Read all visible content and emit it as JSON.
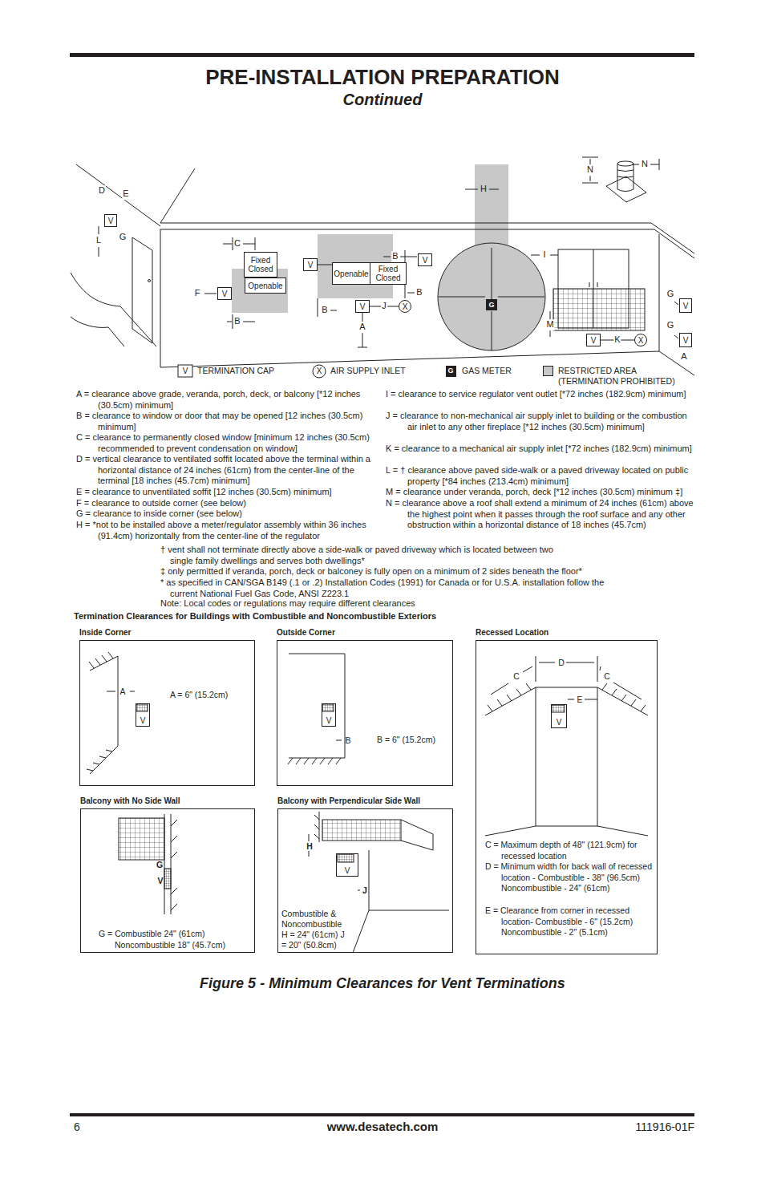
{
  "diagram": {
    "title": "PRE-INSTALLATION PREPARATION",
    "caption": "Figure 5 - Minimum Clearances for Vent Terminations",
    "nodes": [
      {
        "text": [
          "Fixed Closed"
        ]
      },
      {
        "text": [
          "Openable"
        ]
      },
      {
        "text": [
          "V"
        ]
      },
      {
        "text": [
          "V"
        ]
      },
      {
        "text": [
          "Openable"
        ]
      },
      {
        "text": [
          "Fixed Closed"
        ]
      },
      {
        "text": [
          "V"
        ]
      },
      {
        "text": [
          "V"
        ]
      },
      {
        "text": [
          "X"
        ]
      },
      {
        "text": [
          "G"
        ]
      },
      {
        "text": [
          "V"
        ]
      },
      {
        "text": [
          "X"
        ]
      },
      {
        "text": [
          "V"
        ]
      },
      {
        "text": [
          "V"
        ]
      },
      {
        "text": [
          "V"
        ]
      },
      {
        "text": [
          "Inside Corner",
          "A",
          "A = 6\" (15.2cm)"
        ]
      },
      {
        "text": [
          "V"
        ],
        "in": 15
      },
      {
        "text": [
          "Outside Corner",
          "B",
          "B = 6\" (15.2cm)"
        ]
      },
      {
        "text": [
          "V"
        ],
        "in": 17
      },
      {
        "text": [
          "Recessed Location",
          "D",
          "C",
          "C",
          "E",
          "C = Maximum depth of 48\" (121.9cm) for recessed location",
          "D = Minimum width for back wall of recessed location - Combustible - 38\" (96.5cm) Noncombustible - 24\" (61cm)",
          "E = Clearance from corner in recessed location- Combustible - 6\" (15.2cm) Noncombustible - 2\" (5.1cm)"
        ]
      },
      {
        "text": [
          "V"
        ],
        "in": 19
      },
      {
        "text": [
          "Balcony with No Side Wall",
          "G",
          "V",
          "G = Combustible 24\" (61cm) Noncombustible 18\" (45.7cm)"
        ]
      },
      {
        "text": [
          "Balcony with Perpendicular Side Wall",
          "H",
          "J",
          "Combustible & Noncombustible H = 24\" (61cm) J = 20\" (50.8cm)"
        ]
      },
      {
        "text": [
          "V"
        ],
        "in": 22
      }
    ],
    "edges": [
      {
        "from": 7,
        "to": 8,
        "label": "J",
        "arrow": "none"
      },
      {
        "from": 10,
        "to": 11,
        "label": "K",
        "arrow": "none"
      }
    ],
    "labels": [
      "Continued",
      "N",
      "N",
      "H",
      "D",
      "E",
      "L",
      "G",
      "C",
      "I",
      "B",
      "B",
      "F",
      "B",
      "B",
      "A",
      "M",
      "G",
      "G",
      "A",
      "V",
      "X",
      "G",
      "A = clearance above grade, veranda, porch, deck, or balcony [*12 inches (30.5cm) minimum]",
      "B = clearance to window or door that may be opened [12 inches (30.5cm) minimum]",
      "C = clearance to permanently closed window [minimum 12 inches (30.5cm) recommended to prevent condensation on window]",
      "D = vertical clearance to ventilated soffit located above the terminal within a horizontal distance of 24 inches (61cm) from the center-line of the terminal [18 inches (45.7cm) minimum]",
      "E = clearance to unventilated soffit [12 inches (30.5cm) minimum]",
      "F = clearance to outside corner (see below)",
      "G = clearance to inside corner (see below)",
      "H = *not to be installed above a meter/regulator assembly within 36 inches (91.4cm) horizontally from the center-line of the regulator",
      "I = clearance to service regulator vent outlet [*72 inches (182.9cm) minimum]",
      "J = clearance to non-mechanical air supply inlet to building or the combustion air inlet to any other fireplace [*12 inches (30.5cm) minimum]",
      "K = clearance to a mechanical air supply inlet [*72 inches (182.9cm) minimum]",
      "L = † clearance above paved side-walk or a paved driveway located on public property [*84 inches (213.4cm) minimum]",
      "M = clearance under veranda, porch, deck [*12 inches (30.5cm) minimum ‡]",
      "N = clearance above a roof shall extend a minimum of 24 inches (61cm) above the highest point when it passes through the roof surface and any other obstruction within a horizontal distance of 18 inches (45.7cm)",
      "† vent shall not terminate directly above a side-walk or paved driveway which is located between two single family dwellings and serves both dwellings*",
      "‡ only permitted if veranda, porch, deck or balconey is fully open on a minimum of 2 sides beneath the floor*",
      "* as specified in CAN/SGA B149 (.1 or .2) Installation Codes (1991) for Canada or for U.S.A. installation follow the current National Fuel Gas Code, ANSI Z223.1",
      "Note: Local codes or regulations may require different clearances",
      "Termination Clearances for Buildings with Combustible and Noncombustible Exteriors",
      "6",
      "www.desatech.com",
      "111916-01F"
    ],
    "legend": [
      {
        "text": "TERMINATION CAP"
      },
      {
        "text": "AIR SUPPLY INLET"
      },
      {
        "text": "GAS METER"
      },
      {
        "text": "RESTRICTED AREA (TERMINATION PROHIBITED)",
        "color": "#c8c8c8"
      }
    ]
  }
}
